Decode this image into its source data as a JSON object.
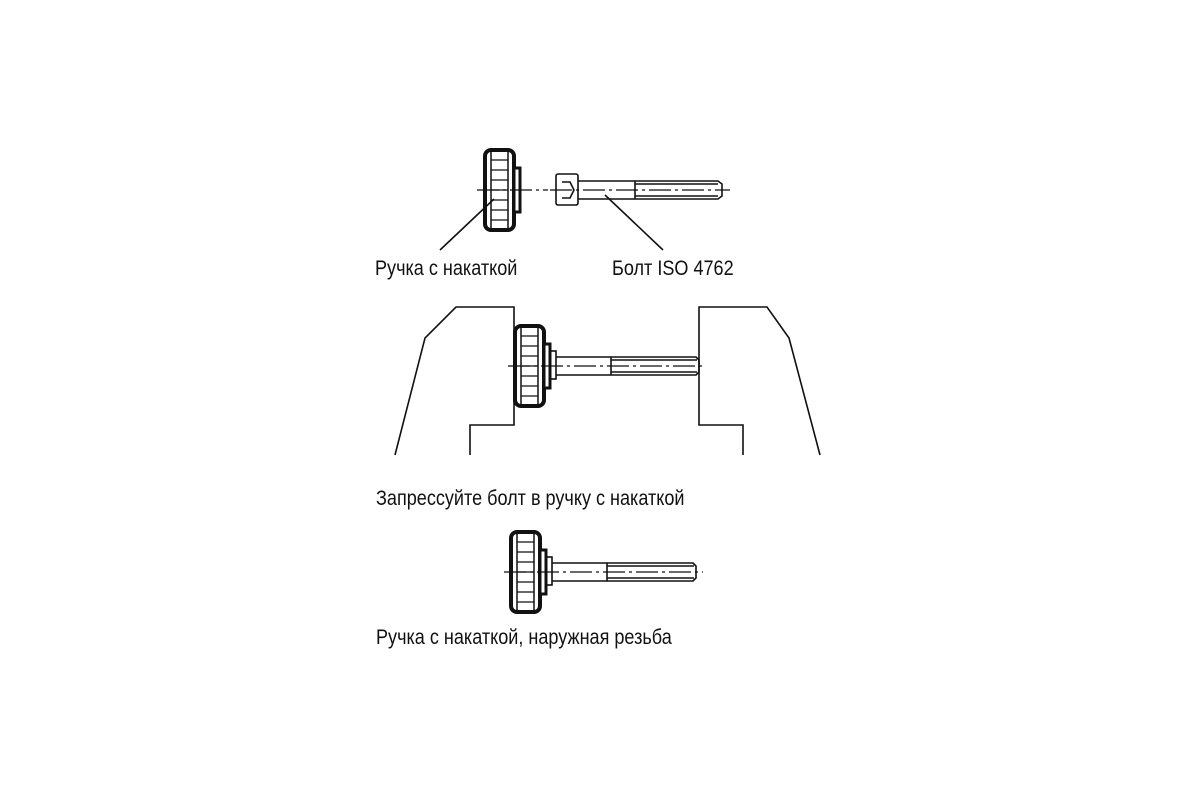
{
  "labels": {
    "knob": "Ручка с накаткой",
    "bolt": "Болт ISO 4762",
    "press_instruction": "Запрессуйте болт в ручку с накаткой",
    "result": "Ручка с накаткой, наружная резьба"
  },
  "colors": {
    "line": "#111111",
    "background": "#ffffff"
  }
}
